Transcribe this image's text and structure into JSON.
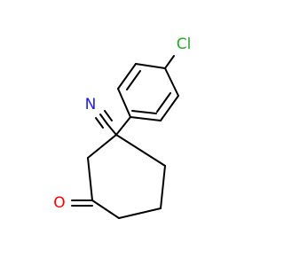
{
  "molecule": {
    "atoms": {
      "chlorine": {
        "symbol": "Cl",
        "color": "#22aa22"
      },
      "nitrile_nitrogen": {
        "symbol": "N",
        "color": "#1a1aff"
      },
      "carbonyl_oxygen": {
        "symbol": "O",
        "color": "#ff0000"
      }
    },
    "bond_color": "#000000"
  }
}
